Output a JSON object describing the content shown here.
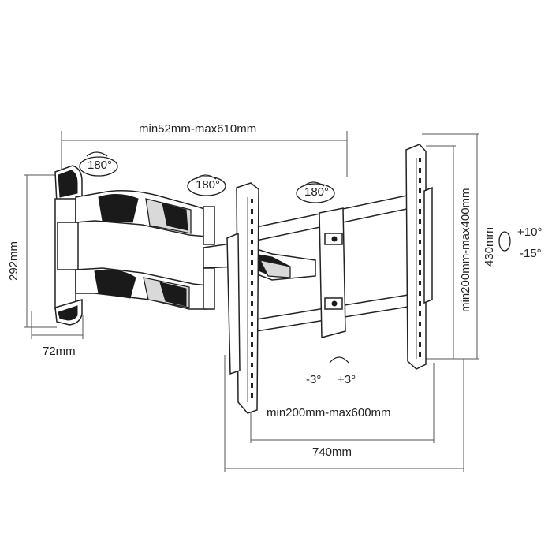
{
  "dimensions": {
    "arm_depth": "min52mm-max610mm",
    "wall_plate_height": "292mm",
    "wall_plate_width": "72mm",
    "vesa_vertical": "min200mm-max400mm",
    "total_height": "430mm",
    "vesa_horizontal": "min200mm-max600mm",
    "total_width": "740mm"
  },
  "rotation": {
    "swivel_1": "180°",
    "swivel_2": "180°",
    "swivel_3": "180°",
    "tilt_up": "+10°",
    "tilt_down": "-15°",
    "level_minus": "-3°",
    "level_plus": "+3°"
  },
  "colors": {
    "line": "#555555",
    "part_stroke": "#222222",
    "dark_fill": "#1a1a1a",
    "gray_fill": "#d9d9d9"
  }
}
